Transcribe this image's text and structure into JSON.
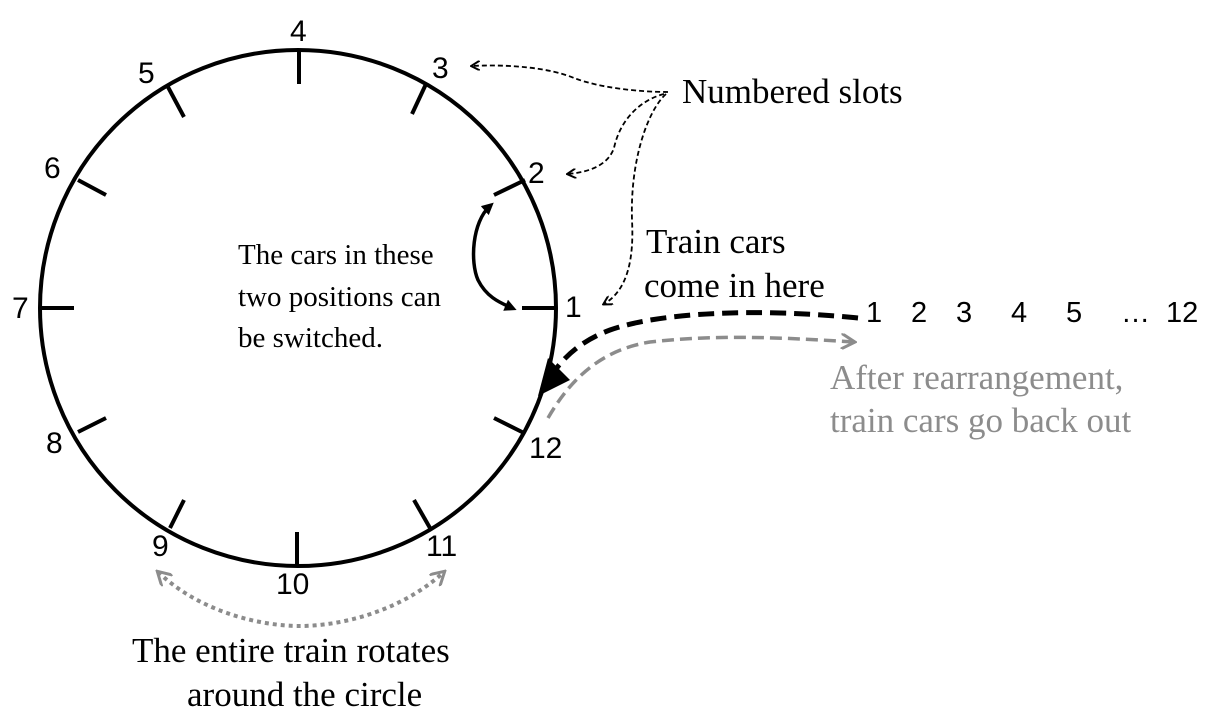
{
  "slots": [
    "1",
    "2",
    "3",
    "4",
    "5",
    "6",
    "7",
    "8",
    "9",
    "10",
    "11",
    "12"
  ],
  "labels": {
    "numbered_slots": "Numbered slots",
    "train_cars_line1": "Train cars",
    "train_cars_line2": "come in here",
    "switch_line1": "The cars in these",
    "switch_line2": "two positions can",
    "switch_line3": "be switched.",
    "after_line1": "After rearrangement,",
    "after_line2": "train cars go back out",
    "rotate_line1": "The entire train  rotates",
    "rotate_line2": "around the circle"
  },
  "train_sequence": [
    "1",
    "2",
    "3",
    "4",
    "5",
    "…",
    "12"
  ],
  "colors": {
    "ink": "#000000",
    "grey": "#8c8c8c"
  }
}
